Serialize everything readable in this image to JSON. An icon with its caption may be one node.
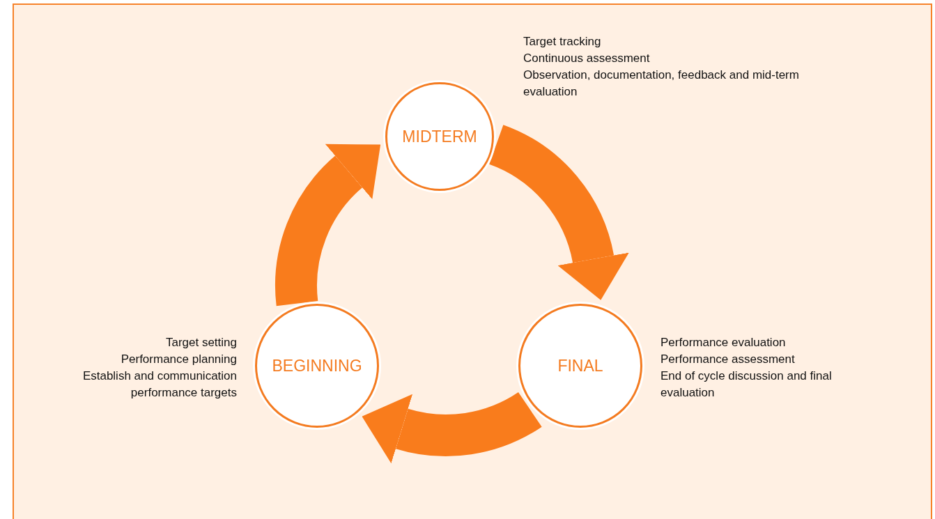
{
  "diagram": {
    "nodes": [
      {
        "text": [
          "MIDTERM"
        ],
        "beside": [
          "Target tracking",
          "Continuous assessment",
          "Observation, documentation, feedback and mid-term evaluation"
        ]
      },
      {
        "text": [
          "FINAL"
        ],
        "beside": [
          "Performance evaluation",
          "Performance assessment",
          "End of cycle discussion and final evaluation"
        ]
      },
      {
        "text": [
          "BEGINNING"
        ],
        "beside": [
          "Target setting",
          "Performance planning",
          "Establish and communication performance targets"
        ]
      }
    ],
    "edges": [
      {
        "from": 0,
        "to": 1,
        "arrow": "to"
      },
      {
        "from": 1,
        "to": 2,
        "arrow": "to"
      },
      {
        "from": 2,
        "to": 0,
        "arrow": "to"
      }
    ]
  }
}
